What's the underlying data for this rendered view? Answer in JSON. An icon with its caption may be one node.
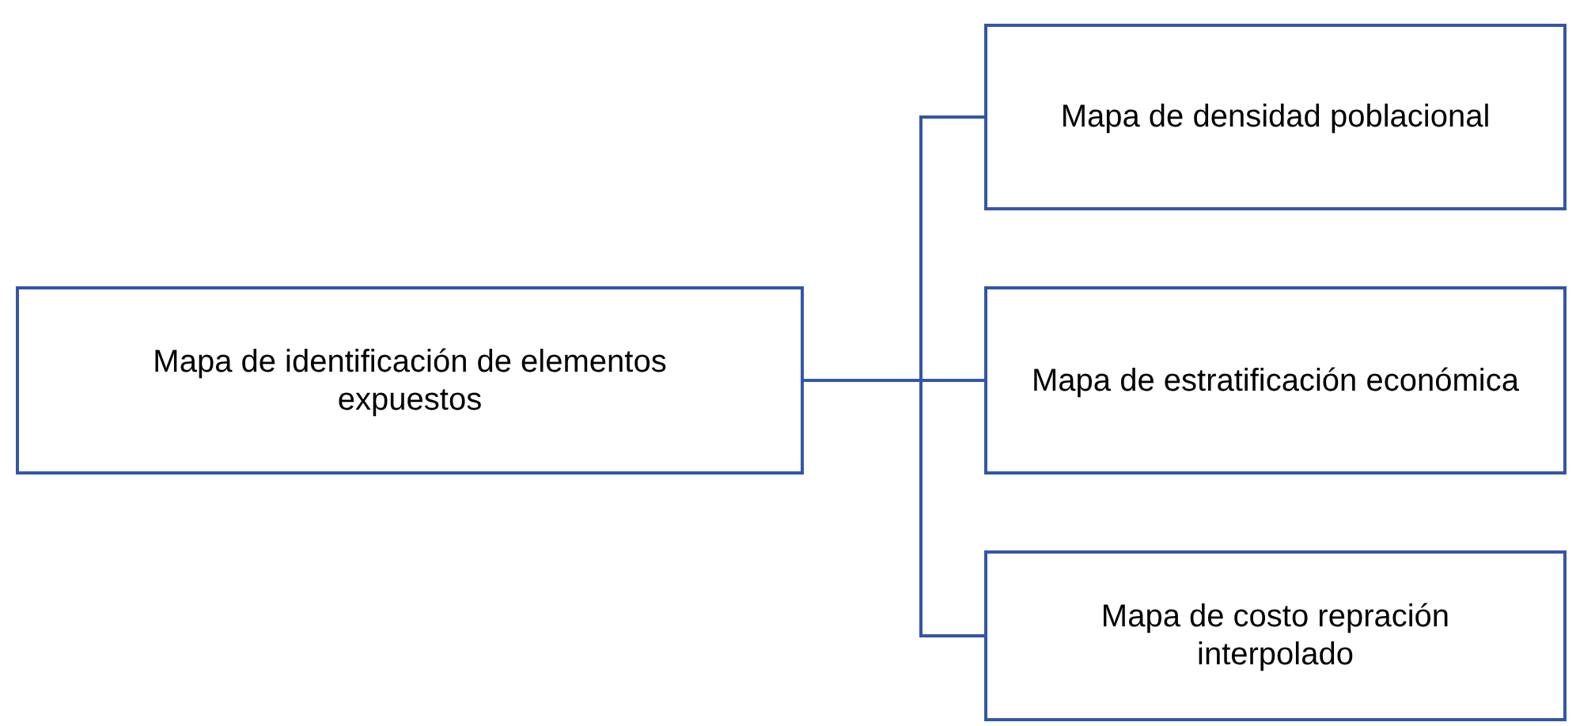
{
  "diagram": {
    "nodes": [
      {
        "text": [
          "Mapa de identificación de elementos expuestos"
        ]
      },
      {
        "text": [
          "Mapa de densidad poblacional"
        ]
      },
      {
        "text": [
          "Mapa de estratificación económica"
        ]
      },
      {
        "text": [
          "Mapa de costo repración interpolado"
        ]
      }
    ],
    "edges": [
      {
        "from": 0,
        "to": 1,
        "arrow": "none"
      },
      {
        "from": 0,
        "to": 2,
        "arrow": "none"
      },
      {
        "from": 0,
        "to": 3,
        "arrow": "none"
      }
    ]
  }
}
